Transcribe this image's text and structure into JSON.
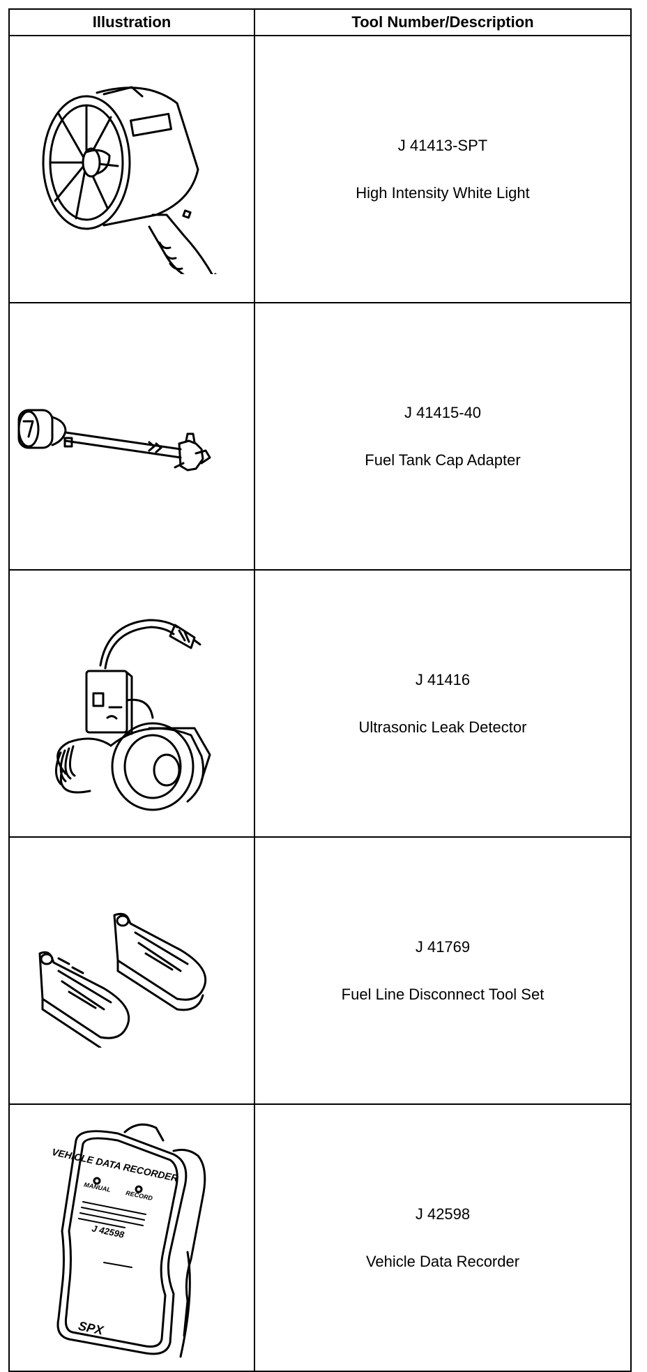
{
  "table": {
    "headers": {
      "illustration": "Illustration",
      "description": "Tool Number/Description"
    },
    "rows": [
      {
        "number": "J 41413-SPT",
        "name": "High Intensity White Light",
        "icon": "spotlight-icon"
      },
      {
        "number": "J 41415-40",
        "name": "Fuel Tank Cap Adapter",
        "icon": "cap-adapter-icon"
      },
      {
        "number": "J 41416",
        "name": "Ultrasonic Leak Detector",
        "icon": "leak-detector-icon"
      },
      {
        "number": "J 41769",
        "name": "Fuel Line Disconnect Tool Set",
        "icon": "disconnect-tool-icon"
      },
      {
        "number": "J 42598",
        "name": "Vehicle Data Recorder",
        "icon": "data-recorder-icon"
      }
    ]
  },
  "recorder_device": {
    "title": "VEHICLE DATA RECORDER",
    "left_button": "MANUAL",
    "right_button": "RECORD",
    "model": "J 42598",
    "brand": "SPX"
  }
}
